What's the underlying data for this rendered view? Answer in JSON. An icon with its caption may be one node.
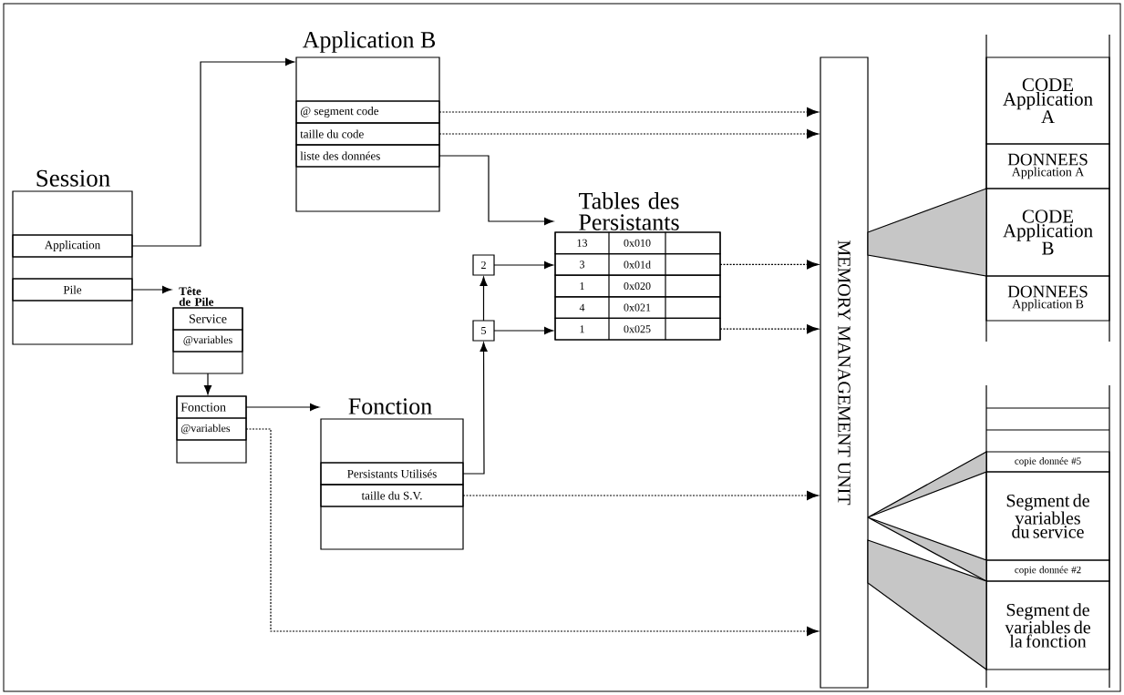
{
  "diagram": {
    "nodes": [
      {
        "text": [
          "Session"
        ]
      },
      {
        "text": [
          "Application"
        ],
        "in": 0
      },
      {
        "text": [
          "Pile"
        ],
        "in": 0
      },
      {
        "text": [
          "Application B"
        ]
      },
      {
        "text": [
          "@ segment code"
        ],
        "in": 3
      },
      {
        "text": [
          "taille du code"
        ],
        "in": 3
      },
      {
        "text": [
          "liste des données"
        ],
        "in": 3
      },
      {
        "text": [
          "Tête de Pile"
        ]
      },
      {
        "text": [
          "Service"
        ],
        "in": 7
      },
      {
        "text": [
          "@variables"
        ],
        "in": 7
      },
      {
        "text": [],
        "shape": "box"
      },
      {
        "text": [
          "Fonction"
        ],
        "in": 10
      },
      {
        "text": [
          "@variables"
        ],
        "in": 10
      },
      {
        "text": [
          "Fonction"
        ]
      },
      {
        "text": [
          "Persistants Utilisés"
        ],
        "in": 13
      },
      {
        "text": [
          "taille du S.V."
        ],
        "in": 13
      },
      {
        "text": [
          "Tables des Persistants"
        ]
      },
      {
        "text": [
          "13",
          "0x010"
        ],
        "in": 16
      },
      {
        "text": [
          "3",
          "0x01d"
        ],
        "in": 16
      },
      {
        "text": [
          "1",
          "0x020"
        ],
        "in": 16
      },
      {
        "text": [
          "4",
          "0x021"
        ],
        "in": 16
      },
      {
        "text": [
          "1",
          "0x025"
        ],
        "in": 16
      },
      {
        "text": [
          "2"
        ]
      },
      {
        "text": [
          "5"
        ]
      },
      {
        "text": [
          "MEMORY MANAGEMENT UNIT"
        ]
      },
      {
        "text": [
          "CODE Application A"
        ]
      },
      {
        "text": [
          "DONNEES",
          "Application A"
        ]
      },
      {
        "text": [
          "CODE Application B"
        ]
      },
      {
        "text": [
          "DONNEES",
          "Application B"
        ]
      },
      {
        "text": [
          "copie donnée #5"
        ]
      },
      {
        "text": [
          "Segment de variables du service"
        ]
      },
      {
        "text": [
          "copie donnée #2"
        ]
      },
      {
        "text": [
          "Segment de variables de la fonction"
        ]
      }
    ],
    "edges": [
      {
        "from": 1,
        "to": 3,
        "arrow": "to"
      },
      {
        "from": 2,
        "to": 7,
        "arrow": "to"
      },
      {
        "from": 7,
        "to": 10,
        "arrow": "to"
      },
      {
        "from": 11,
        "to": 13,
        "arrow": "to"
      },
      {
        "from": 12,
        "to": 24,
        "arrow": "to",
        "style": "dashed"
      },
      {
        "from": 6,
        "to": 16,
        "arrow": "to"
      },
      {
        "from": 4,
        "to": 24,
        "arrow": "to",
        "style": "dashed"
      },
      {
        "from": 5,
        "to": 24,
        "arrow": "to",
        "style": "dashed"
      },
      {
        "from": 18,
        "to": 24,
        "arrow": "to",
        "style": "dashed"
      },
      {
        "from": 21,
        "to": 24,
        "arrow": "to",
        "style": "dashed"
      },
      {
        "from": 15,
        "to": 24,
        "arrow": "to",
        "style": "dashed"
      },
      {
        "from": 14,
        "to": 23,
        "arrow": "to"
      },
      {
        "from": 23,
        "to": 22,
        "arrow": "to"
      },
      {
        "from": 22,
        "to": 18,
        "arrow": "to"
      },
      {
        "from": 23,
        "to": 21,
        "arrow": "to"
      },
      {
        "from": 24,
        "to": 27,
        "arrow": "none"
      },
      {
        "from": 24,
        "to": 29,
        "arrow": "none"
      },
      {
        "from": 24,
        "to": 31,
        "arrow": "none"
      },
      {
        "from": 24,
        "to": 32,
        "arrow": "none"
      }
    ]
  }
}
